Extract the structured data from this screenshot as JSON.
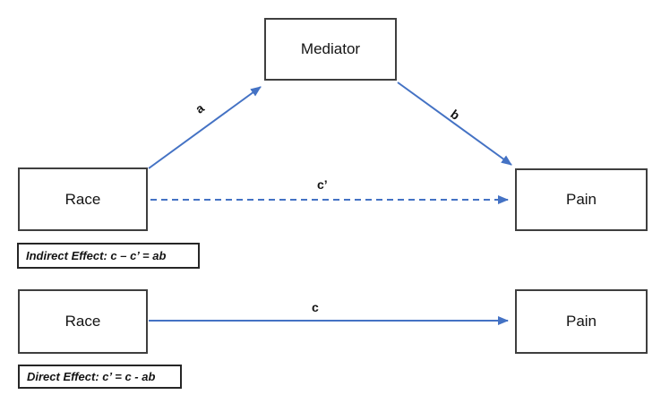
{
  "colors": {
    "arrow": "#4472C4",
    "box_border": "#3F3F3F",
    "caption_border": "#262626",
    "text": "#141414"
  },
  "mediation_model": {
    "mediator_box": "Mediator",
    "race_box": "Race",
    "pain_box": "Pain",
    "path_a_label": "a",
    "path_b_label": "b",
    "path_c_prime_label": "c’",
    "caption": "Indirect Effect: c – c’ = ab"
  },
  "direct_model": {
    "race_box": "Race",
    "pain_box": "Pain",
    "path_c_label": "c",
    "caption": "Direct Effect: c’ = c - ab"
  }
}
